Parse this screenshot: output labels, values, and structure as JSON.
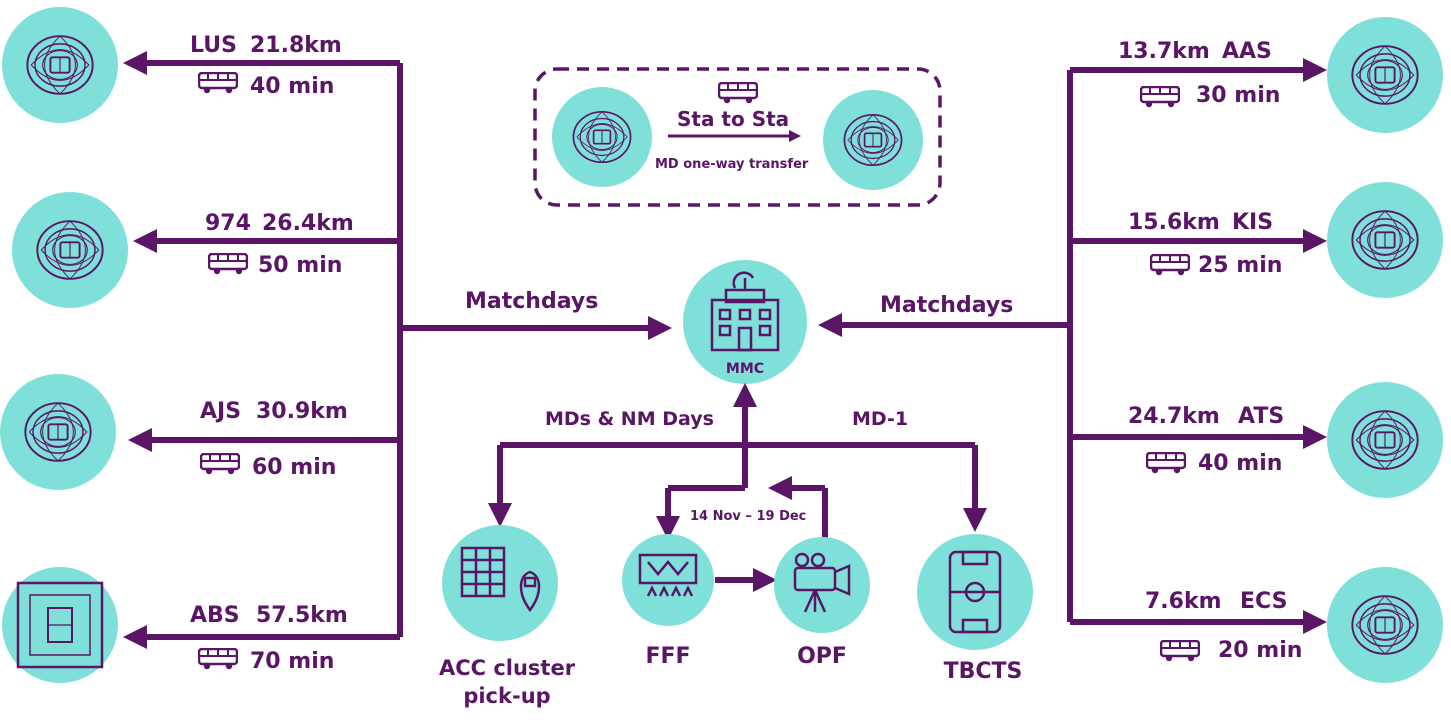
{
  "colors": {
    "purple": "#5a1566",
    "teal": "#7fe0d9",
    "dashed_border": "#5a1566"
  },
  "left_stadiums": [
    {
      "code": "LUS",
      "distance": "21.8km",
      "time": "40 min"
    },
    {
      "code": "974",
      "distance": "26.4km",
      "time": "50 min"
    },
    {
      "code": "AJS",
      "distance": "30.9km",
      "time": "60 min"
    },
    {
      "code": "ABS",
      "distance": "57.5km",
      "time": "70 min"
    }
  ],
  "right_stadiums": [
    {
      "code": "AAS",
      "distance": "13.7km",
      "time": "30 min"
    },
    {
      "code": "KIS",
      "distance": "15.6km",
      "time": "25 min"
    },
    {
      "code": "ATS",
      "distance": "24.7km",
      "time": "40 min"
    },
    {
      "code": "ECS",
      "distance": "7.6km",
      "time": "20 min"
    }
  ],
  "transfer_box": {
    "title": "Sta to Sta",
    "subtitle": "MD one-way transfer"
  },
  "center": {
    "label": "MMC",
    "left_arrow_label": "Matchdays",
    "right_arrow_label": "Matchdays"
  },
  "bottom": {
    "left_branch_label": "MDs & NM Days",
    "right_branch_label": "MD-1",
    "date_range": "14 Nov – 19 Dec",
    "acc_label_line1": "ACC cluster",
    "acc_label_line2": "pick-up",
    "fff_label": "FFF",
    "opf_label": "OPF",
    "tbcts_label": "TBCTS"
  },
  "icons": {
    "stadium": "stadium-icon",
    "bus": "bus-icon",
    "building": "building-satellite-icon",
    "cluster": "building-location-icon",
    "fan_festival": "fan-festival-stage-icon",
    "camera": "video-camera-icon",
    "pitch": "football-pitch-icon"
  }
}
